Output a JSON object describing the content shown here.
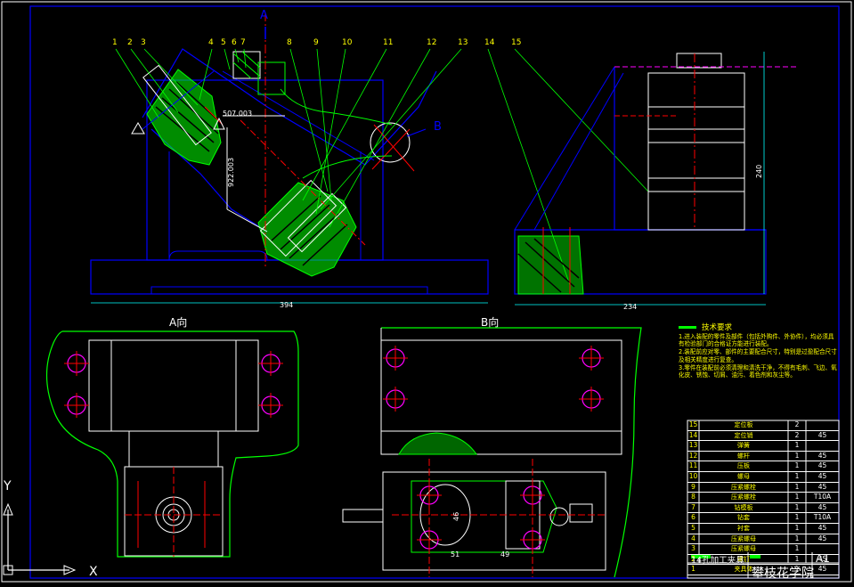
{
  "view_labels": {
    "section_a": "A",
    "section_b": "B",
    "view_a": "A向",
    "view_b": "B向"
  },
  "callouts": [
    "1",
    "2",
    "3",
    "4",
    "5",
    "6",
    "7",
    "8",
    "9",
    "10",
    "11",
    "12",
    "13",
    "14",
    "15"
  ],
  "dimensions": {
    "width_left": "394",
    "width_right": "234",
    "height_right": "240",
    "dim_507": "507.003",
    "dim_922": "922.003",
    "dim_46": "46",
    "dim_51": "51",
    "dim_49": "49"
  },
  "tech_requirements": {
    "title": "技术要求",
    "items": [
      "1.进入装配的零件及部件（包括外购件、外协件），均必须具有检验部门的合格证方能进行装配。",
      "2.装配前应对零、部件的主要配合尺寸，特别是过盈配合尺寸及相关精度进行复查。",
      "3.零件在装配前必须清理和清洗干净，不得有毛刺、飞边、氧化皮、锈蚀、切屑、油污、着色剂和灰尘等。"
    ]
  },
  "bom": [
    {
      "no": "15",
      "name": "定位板",
      "qty": "2",
      "mat": ""
    },
    {
      "no": "14",
      "name": "定位销",
      "qty": "2",
      "mat": "45"
    },
    {
      "no": "13",
      "name": "弹簧",
      "qty": "1",
      "mat": ""
    },
    {
      "no": "12",
      "name": "螺杆",
      "qty": "1",
      "mat": "45"
    },
    {
      "no": "11",
      "name": "压板",
      "qty": "1",
      "mat": "45"
    },
    {
      "no": "10",
      "name": "螺母",
      "qty": "1",
      "mat": "45"
    },
    {
      "no": "9",
      "name": "压紧螺栓",
      "qty": "1",
      "mat": "45"
    },
    {
      "no": "8",
      "name": "压紧螺栓",
      "qty": "1",
      "mat": "T10A"
    },
    {
      "no": "7",
      "name": "钻模板",
      "qty": "1",
      "mat": "45"
    },
    {
      "no": "6",
      "name": "钻套",
      "qty": "1",
      "mat": "T10A"
    },
    {
      "no": "5",
      "name": "衬套",
      "qty": "1",
      "mat": "45"
    },
    {
      "no": "4",
      "name": "压紧螺母",
      "qty": "1",
      "mat": "45"
    },
    {
      "no": "3",
      "name": "压紧螺母",
      "qty": "1",
      "mat": ""
    },
    {
      "no": "2",
      "name": "螺钉",
      "qty": "1",
      "mat": "45"
    },
    {
      "no": "1",
      "name": "夹具体",
      "qty": "1",
      "mat": "45"
    }
  ],
  "title_block": {
    "name": "14孔加工夹具",
    "school": "攀枝花学院",
    "size": "A1"
  },
  "ucs": {
    "x": "X",
    "y": "Y"
  },
  "colors": {
    "background": "#000000",
    "frame": "#0000ff",
    "outline": "#00ff00",
    "center": "#ff0000",
    "text": "#ffffff",
    "label": "#ffff00",
    "dimension": "#00ffff"
  }
}
